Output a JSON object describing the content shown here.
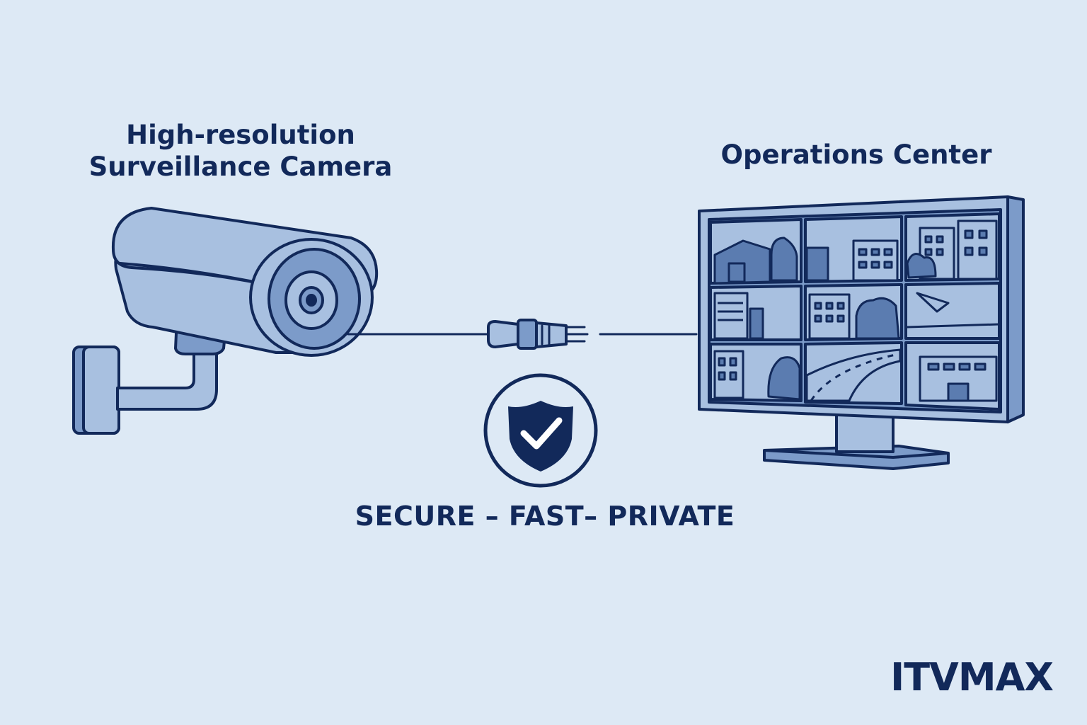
{
  "camera": {
    "title_line1": "High-resolution",
    "title_line2": "Surveillance Camera",
    "icon": "security-camera-icon"
  },
  "operations": {
    "title": "Operations Center",
    "icon": "monitor-wall-icon"
  },
  "connection": {
    "icon": "plug-connector-icon"
  },
  "badge": {
    "icon": "shield-check-icon"
  },
  "tagline": "SECURE – FAST– PRIVATE",
  "brand": "ITVMAX",
  "colors": {
    "background": "#dde9f5",
    "ink": "#12295a",
    "fill_light": "#a8c0e0",
    "fill_mid": "#7c9bc9",
    "fill_dark": "#5b7cb0"
  }
}
